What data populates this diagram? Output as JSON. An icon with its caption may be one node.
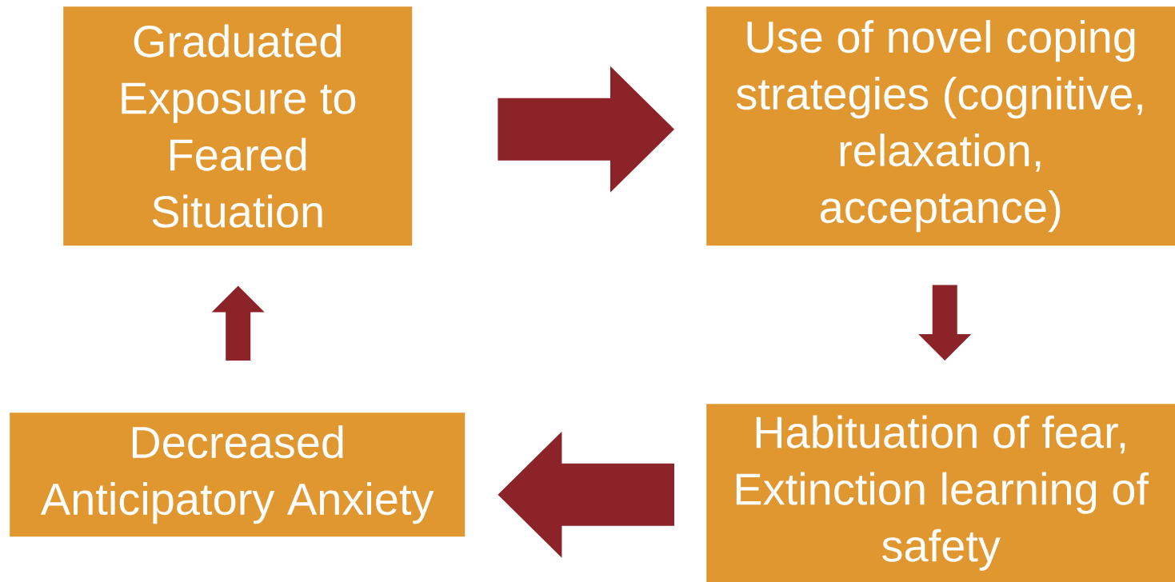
{
  "diagram": {
    "nodes": [
      {
        "text": [
          "Graduated Exposure to Feared Situation"
        ]
      },
      {
        "text": [
          "Use of novel coping strategies (cognitive, relaxation, acceptance)"
        ]
      },
      {
        "text": [
          "Habituation of fear, Extinction learning of safety"
        ]
      },
      {
        "text": [
          "Decreased Anticipatory Anxiety"
        ]
      }
    ],
    "edges": [
      {
        "from": 0,
        "to": 1,
        "arrow": "to",
        "style": "thick"
      },
      {
        "from": 1,
        "to": 2,
        "arrow": "to"
      },
      {
        "from": 2,
        "to": 3,
        "arrow": "to",
        "style": "thick"
      },
      {
        "from": 3,
        "to": 0,
        "arrow": "to"
      }
    ]
  }
}
